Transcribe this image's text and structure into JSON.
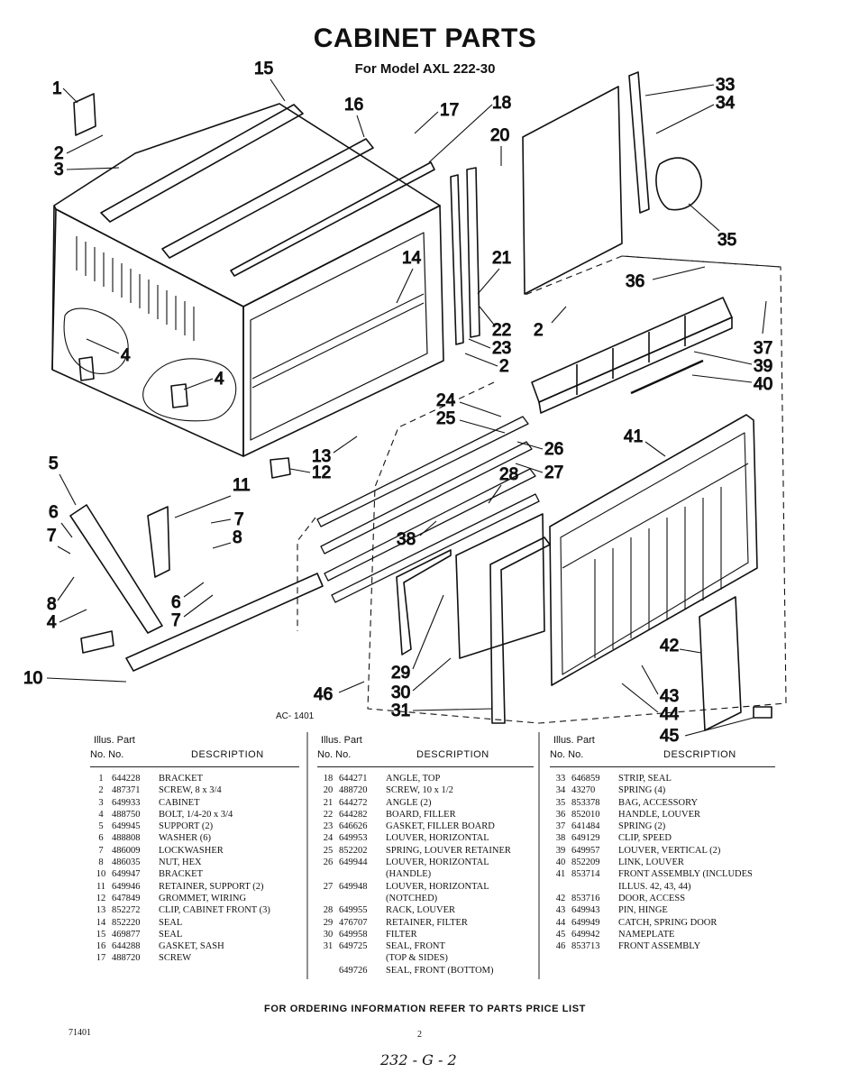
{
  "title": "CABINET PARTS",
  "subtitle": "For Model AXL 222-30",
  "diagram_code": "AC- 1401",
  "callouts": [
    {
      "label": "1"
    },
    {
      "label": "2"
    },
    {
      "label": "3"
    },
    {
      "label": "15"
    },
    {
      "label": "16"
    },
    {
      "label": "17"
    },
    {
      "label": "18"
    },
    {
      "label": "20"
    },
    {
      "label": "33"
    },
    {
      "label": "34"
    },
    {
      "label": "35"
    },
    {
      "label": "21"
    },
    {
      "label": "22"
    },
    {
      "label": "23"
    },
    {
      "label": "2"
    },
    {
      "label": "2"
    },
    {
      "label": "14"
    },
    {
      "label": "4"
    },
    {
      "label": "4"
    },
    {
      "label": "36"
    },
    {
      "label": "37"
    },
    {
      "label": "39"
    },
    {
      "label": "40"
    },
    {
      "label": "24"
    },
    {
      "label": "25"
    },
    {
      "label": "26"
    },
    {
      "label": "27"
    },
    {
      "label": "28"
    },
    {
      "label": "41"
    },
    {
      "label": "13"
    },
    {
      "label": "12"
    },
    {
      "label": "5"
    },
    {
      "label": "11"
    },
    {
      "label": "6"
    },
    {
      "label": "7"
    },
    {
      "label": "7"
    },
    {
      "label": "8"
    },
    {
      "label": "8"
    },
    {
      "label": "6"
    },
    {
      "label": "7"
    },
    {
      "label": "4"
    },
    {
      "label": "38"
    },
    {
      "label": "10"
    },
    {
      "label": "46"
    },
    {
      "label": "29"
    },
    {
      "label": "30"
    },
    {
      "label": "31"
    },
    {
      "label": "42"
    },
    {
      "label": "43"
    },
    {
      "label": "44"
    },
    {
      "label": "45"
    }
  ],
  "table": {
    "header_illus": "Illus.  Part",
    "header_no": "No.    No.",
    "header_desc": "DESCRIPTION",
    "columns": [
      [
        [
          "1",
          "644228",
          "BRACKET"
        ],
        [
          "2",
          "487371",
          "SCREW, 8 x 3/4"
        ],
        [
          "3",
          "649933",
          "CABINET"
        ],
        [
          "4",
          "488750",
          "BOLT, 1/4-20 x 3/4"
        ],
        [
          "5",
          "649945",
          "SUPPORT (2)"
        ],
        [
          "6",
          "488808",
          "WASHER (6)"
        ],
        [
          "7",
          "486009",
          "LOCKWASHER"
        ],
        [
          "8",
          "486035",
          "NUT, HEX"
        ],
        [
          "10",
          "649947",
          "BRACKET"
        ],
        [
          "11",
          "649946",
          "RETAINER, SUPPORT (2)"
        ],
        [
          "12",
          "647849",
          "GROMMET, WIRING"
        ],
        [
          "13",
          "852272",
          "CLIP, CABINET FRONT (3)"
        ],
        [
          "14",
          "852220",
          "SEAL"
        ],
        [
          "15",
          "469877",
          "SEAL"
        ],
        [
          "16",
          "644288",
          "GASKET, SASH"
        ],
        [
          "17",
          "488720",
          "SCREW"
        ]
      ],
      [
        [
          "18",
          "644271",
          "ANGLE, TOP"
        ],
        [
          "20",
          "488720",
          "SCREW, 10 x 1/2"
        ],
        [
          "21",
          "644272",
          "ANGLE (2)"
        ],
        [
          "22",
          "644282",
          "BOARD, FILLER"
        ],
        [
          "23",
          "646626",
          "GASKET, FILLER BOARD"
        ],
        [
          "24",
          "649953",
          "LOUVER, HORIZONTAL"
        ],
        [
          "25",
          "852202",
          "SPRING, LOUVER RETAINER"
        ],
        [
          "26",
          "649944",
          "LOUVER, HORIZONTAL\n(HANDLE)"
        ],
        [
          "27",
          "649948",
          "LOUVER, HORIZONTAL\n(NOTCHED)"
        ],
        [
          "28",
          "649955",
          "RACK, LOUVER"
        ],
        [
          "29",
          "476707",
          "RETAINER, FILTER"
        ],
        [
          "30",
          "649958",
          "FILTER"
        ],
        [
          "31",
          "649725",
          "SEAL, FRONT\n(TOP & SIDES)"
        ],
        [
          "",
          "649726",
          "SEAL, FRONT (BOTTOM)"
        ]
      ],
      [
        [
          "33",
          "646859",
          "STRIP, SEAL"
        ],
        [
          "34",
          "43270",
          "SPRING (4)"
        ],
        [
          "35",
          "853378",
          "BAG, ACCESSORY"
        ],
        [
          "36",
          "852010",
          "HANDLE, LOUVER"
        ],
        [
          "37",
          "641484",
          "SPRING (2)"
        ],
        [
          "38",
          "649129",
          "CLIP, SPEED"
        ],
        [
          "39",
          "649957",
          "LOUVER, VERTICAL (2)"
        ],
        [
          "40",
          "852209",
          "LINK, LOUVER"
        ],
        [
          "41",
          "853714",
          "FRONT ASSEMBLY (INCLUDES\nILLUS. 42, 43, 44)"
        ],
        [
          "42",
          "853716",
          "DOOR, ACCESS"
        ],
        [
          "43",
          "649943",
          "PIN, HINGE"
        ],
        [
          "44",
          "649949",
          "CATCH, SPRING DOOR"
        ],
        [
          "45",
          "649942",
          "NAMEPLATE"
        ],
        [
          "46",
          "853713",
          "FRONT ASSEMBLY"
        ]
      ]
    ]
  },
  "footer": "FOR ORDERING INFORMATION REFER TO PARTS PRICE LIST",
  "form_number": "71401",
  "page_number": "2",
  "handwritten_note": "232 - G - 2"
}
